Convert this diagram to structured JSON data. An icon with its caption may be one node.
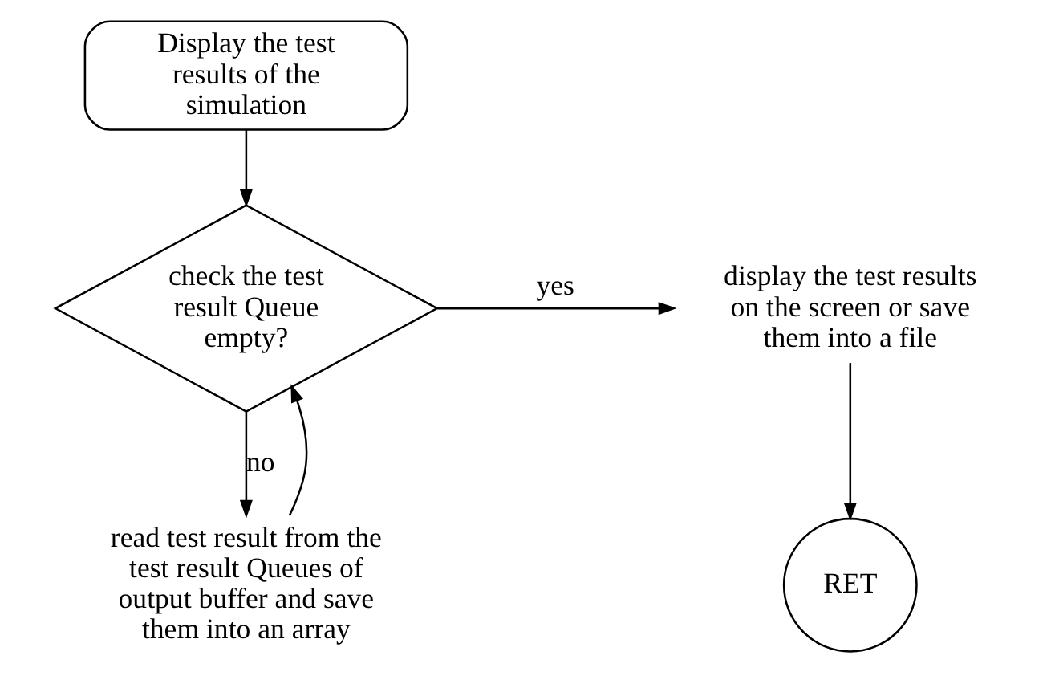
{
  "diagram": {
    "nodes": [
      {
        "text": [
          "Display the test results of the simulation"
        ]
      },
      {
        "text": [
          "check the test result Queue empty?"
        ]
      },
      {
        "text": [
          "display the test results on the screen or save them into a file"
        ]
      },
      {
        "text": [
          "read test result from the test result Queues of output buffer and save them into an array"
        ]
      },
      {
        "text": [
          "RET"
        ]
      }
    ],
    "edges": [
      {
        "from": 0,
        "to": 1,
        "arrow": "to"
      },
      {
        "from": 1,
        "to": 2,
        "arrow": "to",
        "label": "yes"
      },
      {
        "from": 1,
        "to": 3,
        "arrow": "to",
        "label": "no"
      },
      {
        "from": 2,
        "to": 4,
        "arrow": "to"
      },
      {
        "from": 3,
        "to": 1,
        "arrow": "to"
      }
    ]
  }
}
